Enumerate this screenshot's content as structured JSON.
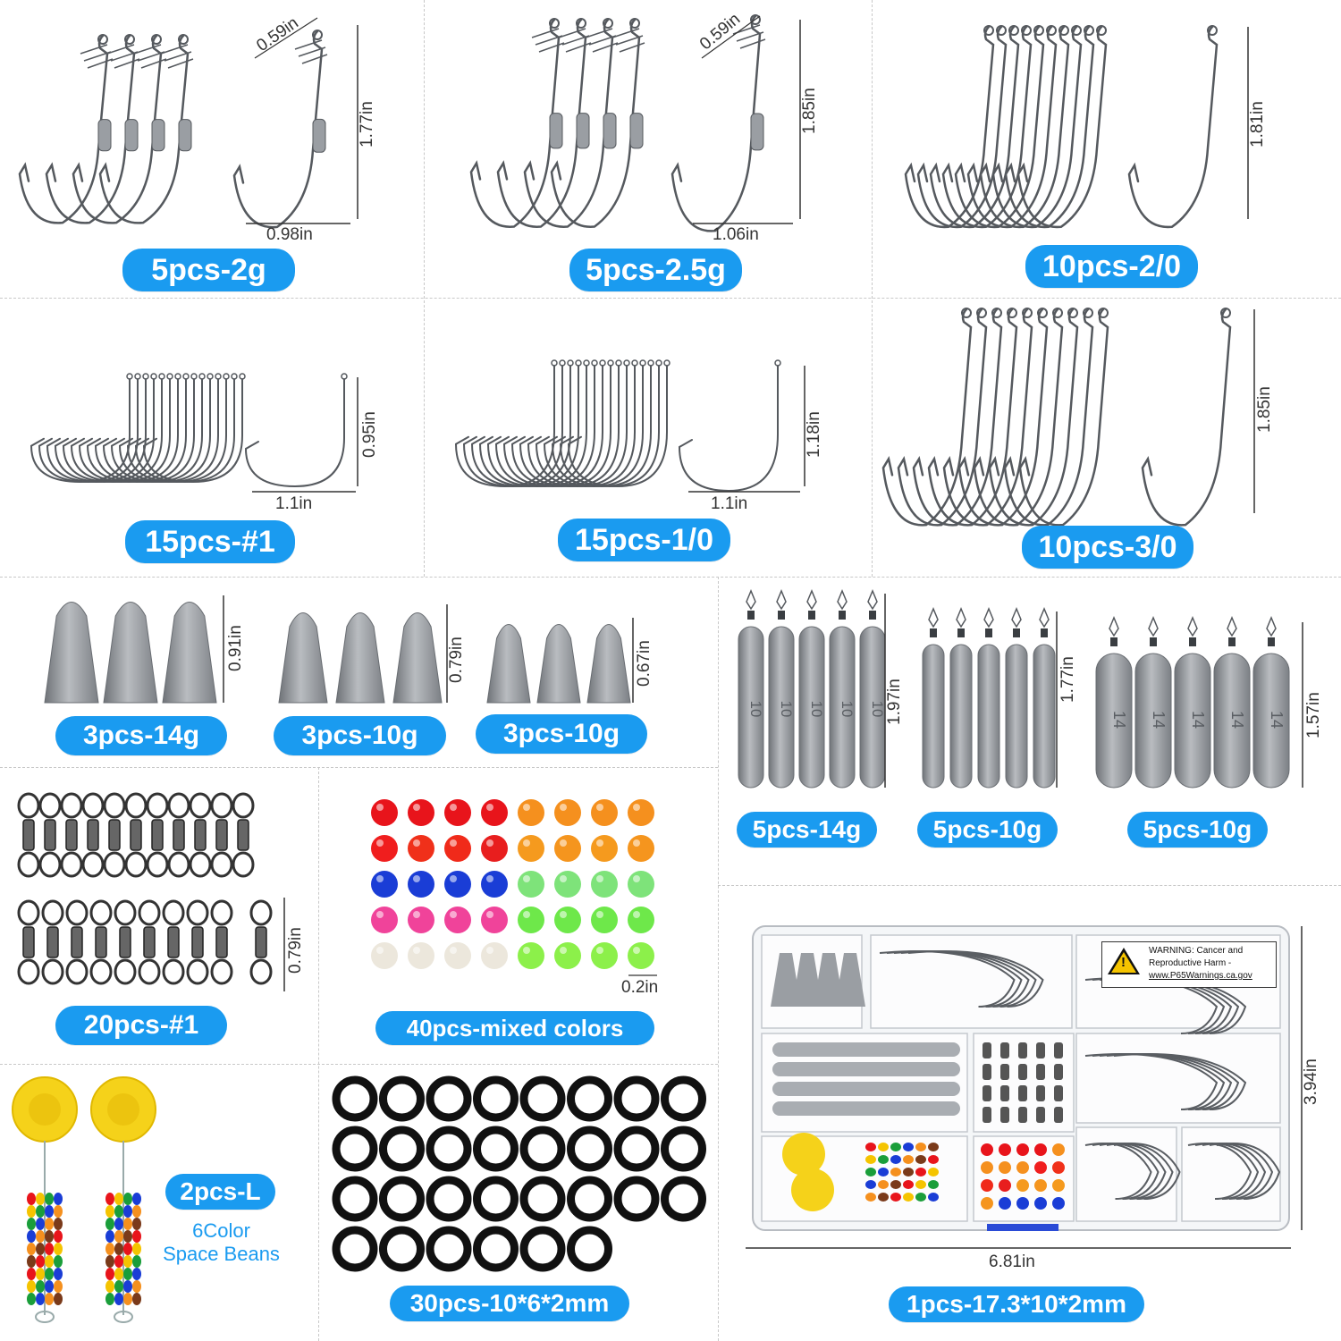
{
  "cells": {
    "hook_2g": {
      "label": "5pcs-2g",
      "top_dim": "0.59in",
      "height_dim": "1.77in",
      "width_dim": "0.98in"
    },
    "hook_2_5g": {
      "label": "5pcs-2.5g",
      "top_dim": "0.59in",
      "height_dim": "1.85in",
      "width_dim": "1.06in"
    },
    "hook_2_0": {
      "label": "10pcs-2/0",
      "height_dim": "1.81in"
    },
    "hook_1": {
      "label": "15pcs-#1",
      "height_dim": "0.95in",
      "width_dim": "1.1in"
    },
    "hook_1_0": {
      "label": "15pcs-1/0",
      "height_dim": "1.18in",
      "width_dim": "1.1in"
    },
    "hook_3_0": {
      "label": "10pcs-3/0",
      "height_dim": "1.85in"
    },
    "bullet_14g": {
      "label": "3pcs-14g",
      "height_dim": "0.91in"
    },
    "bullet_10g_a": {
      "label": "3pcs-10g",
      "height_dim": "0.79in"
    },
    "bullet_10g_b": {
      "label": "3pcs-10g",
      "height_dim": "0.67in"
    },
    "drop_14g": {
      "label": "5pcs-14g",
      "height_dim": "1.97in",
      "mark": "10"
    },
    "drop_10g_a": {
      "label": "5pcs-10g",
      "height_dim": "1.77in"
    },
    "drop_10g_b": {
      "label": "5pcs-10g",
      "height_dim": "1.57in",
      "mark": "14"
    },
    "swivel": {
      "label": "20pcs-#1",
      "height_dim": "0.79in"
    },
    "beads": {
      "label": "40pcs-mixed colors",
      "size_dim": "0.2in"
    },
    "stopper": {
      "label": "2pcs-L",
      "desc_line1": "6Color",
      "desc_line2": "Space Beans"
    },
    "orings": {
      "label": "30pcs-10*6*2mm"
    },
    "box": {
      "label": "1pcs-17.3*10*2mm",
      "width_dim": "6.81in",
      "height_dim": "3.94in",
      "warning_line1": "WARNING: Cancer and",
      "warning_line2": "Reproductive Harm -",
      "warning_line3": "www.P65Warnings.ca.gov"
    }
  },
  "colors": {
    "pill": "#1a9bf0",
    "metal": "#9a9ea3",
    "metal_dark": "#55595e",
    "beads": [
      [
        "#e8141b",
        "#e8141b",
        "#e8141b",
        "#e8141b",
        "#f5901e",
        "#f5901e",
        "#f5901e",
        "#f5901e"
      ],
      [
        "#f01e1e",
        "#f0301a",
        "#f02a1a",
        "#e81e1e",
        "#f59a1e",
        "#f5951e",
        "#f59a1e",
        "#f5951e"
      ],
      [
        "#1a3dd6",
        "#1a3dd6",
        "#1a3dd6",
        "#1a3dd6",
        "#7ee37a",
        "#7ee37a",
        "#7ee37a",
        "#7ee37a"
      ],
      [
        "#f0439a",
        "#f0439a",
        "#f0439a",
        "#f0439a",
        "#6ee84a",
        "#6ee84a",
        "#6ee84a",
        "#6ee84a"
      ],
      [
        "#ece7dc",
        "#ece7dc",
        "#ece7dc",
        "#ece7dc",
        "#8cf04a",
        "#8cf04a",
        "#8cf04a",
        "#8cf04a"
      ]
    ],
    "stopper_beads": [
      "#e8141b",
      "#f5c400",
      "#1a9e3a",
      "#1a3dd6",
      "#f5901e",
      "#7a3a1a"
    ]
  }
}
